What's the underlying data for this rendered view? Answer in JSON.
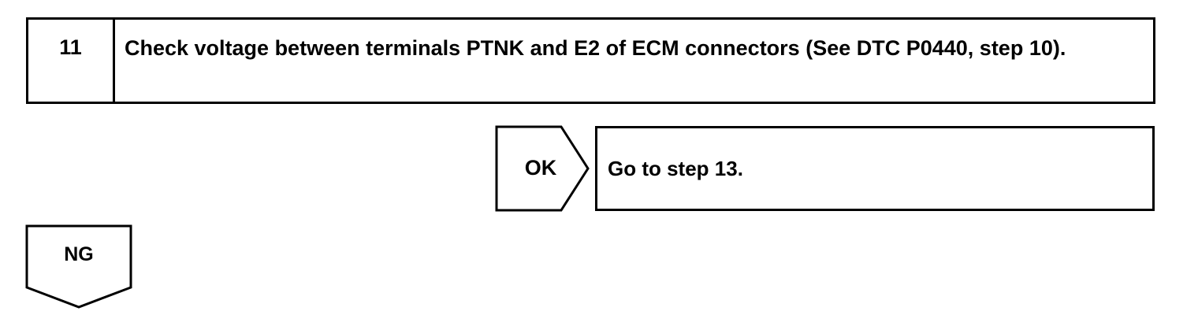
{
  "step": {
    "number": "11",
    "instruction": "Check voltage between terminals PTNK and E2 of ECM connectors (See DTC P0440, step 10)."
  },
  "ok_branch": {
    "label": "OK",
    "action": "Go to step 13."
  },
  "ng_branch": {
    "label": "NG"
  }
}
